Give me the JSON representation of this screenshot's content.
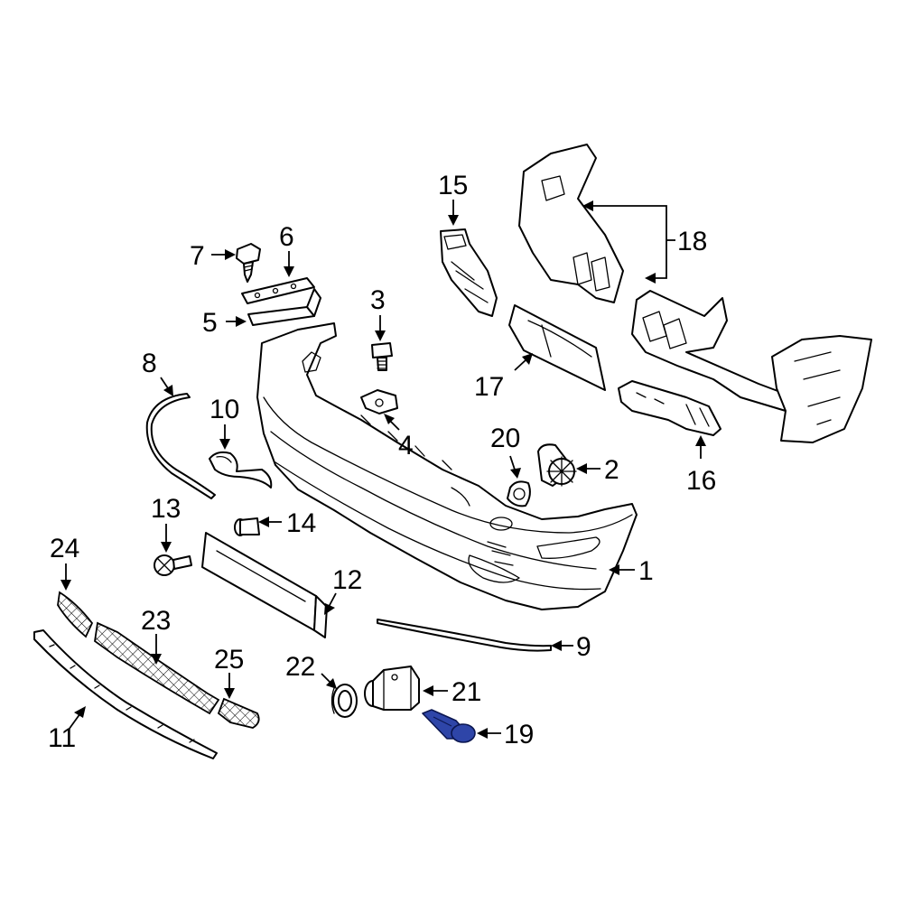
{
  "diagram": {
    "highlight_color": "#2e45a8",
    "callouts": {
      "c1": "1",
      "c2": "2",
      "c3": "3",
      "c4": "4",
      "c5": "5",
      "c6": "6",
      "c7": "7",
      "c8": "8",
      "c9": "9",
      "c10": "10",
      "c11": "11",
      "c12": "12",
      "c13": "13",
      "c14": "14",
      "c15": "15",
      "c16": "16",
      "c17": "17",
      "c18": "18",
      "c19": "19",
      "c20": "20",
      "c21": "21",
      "c22": "22",
      "c23": "23",
      "c24": "24",
      "c25": "25"
    }
  }
}
